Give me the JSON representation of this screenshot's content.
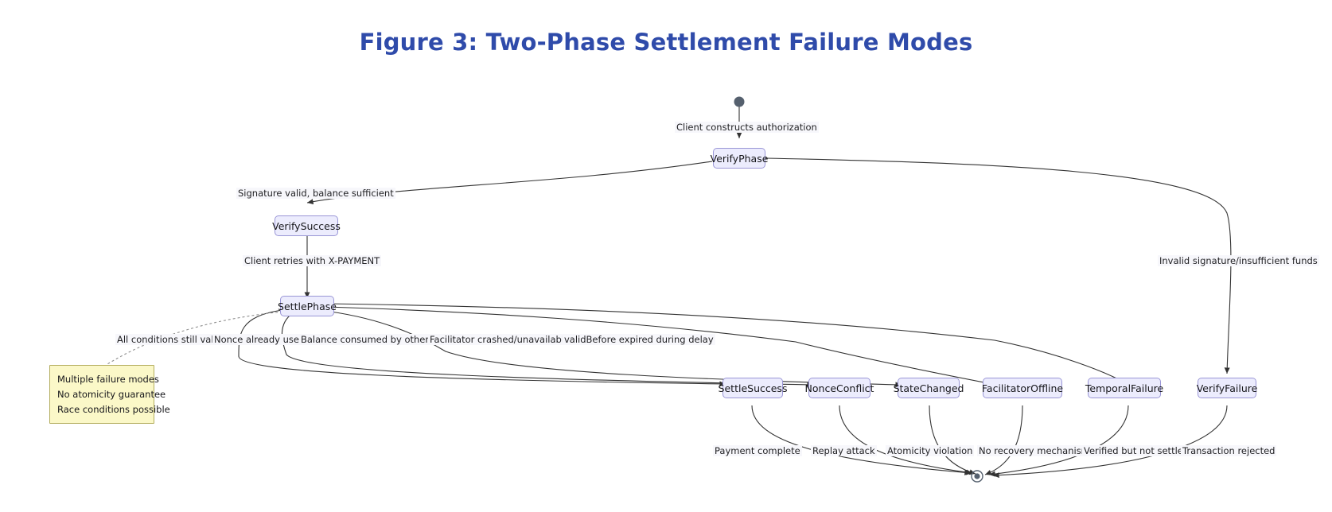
{
  "figure": {
    "title": "Figure 3: Two-Phase Settlement Failure Modes",
    "title_color": "#2f4baa",
    "node_fill": "#ececfd",
    "node_stroke": "#9a96d6",
    "note_fill": "#fbf8c8",
    "note_stroke": "#b3ad5e",
    "edge_color": "#333333",
    "start_node_color": "#55606e"
  },
  "diagram": {
    "type": "state-diagram",
    "start_marker": "start-state-circle",
    "end_marker": "end-state-double-circle",
    "states": [
      {
        "id": "VerifyPhase",
        "label": "VerifyPhase"
      },
      {
        "id": "VerifySuccess",
        "label": "VerifySuccess"
      },
      {
        "id": "SettlePhase",
        "label": "SettlePhase"
      },
      {
        "id": "SettleSuccess",
        "label": "SettleSuccess"
      },
      {
        "id": "NonceConflict",
        "label": "NonceConflict"
      },
      {
        "id": "StateChanged",
        "label": "StateChanged"
      },
      {
        "id": "FacilitatorOffline",
        "label": "FacilitatorOffline"
      },
      {
        "id": "TemporalFailure",
        "label": "TemporalFailure"
      },
      {
        "id": "VerifyFailure",
        "label": "VerifyFailure"
      }
    ],
    "transitions": [
      {
        "from": "start",
        "to": "VerifyPhase",
        "label": "Client constructs authorization"
      },
      {
        "from": "VerifyPhase",
        "to": "VerifySuccess",
        "label": "Signature valid, balance sufficient"
      },
      {
        "from": "VerifyPhase",
        "to": "VerifyFailure",
        "label": "Invalid signature/insufficient funds"
      },
      {
        "from": "VerifySuccess",
        "to": "SettlePhase",
        "label": "Client retries with X-PAYMENT"
      },
      {
        "from": "SettlePhase",
        "to": "SettleSuccess",
        "label": "All conditions still valid"
      },
      {
        "from": "SettlePhase",
        "to": "NonceConflict",
        "label": "Nonce already used"
      },
      {
        "from": "SettlePhase",
        "to": "StateChanged",
        "label": "Balance consumed by other tx"
      },
      {
        "from": "SettlePhase",
        "to": "FacilitatorOffline",
        "label": "Facilitator crashed/unavailable"
      },
      {
        "from": "SettlePhase",
        "to": "TemporalFailure",
        "label": "validBefore expired during delay"
      },
      {
        "from": "SettleSuccess",
        "to": "end",
        "label": "Payment complete"
      },
      {
        "from": "NonceConflict",
        "to": "end",
        "label": "Replay attack"
      },
      {
        "from": "StateChanged",
        "to": "end",
        "label": "Atomicity violation"
      },
      {
        "from": "FacilitatorOffline",
        "to": "end",
        "label": "No recovery mechanism"
      },
      {
        "from": "TemporalFailure",
        "to": "end",
        "label": "Verified but not settled"
      },
      {
        "from": "VerifyFailure",
        "to": "end",
        "label": "Transaction rejected"
      }
    ],
    "note": {
      "attached_to": "SettlePhase",
      "lines": [
        "Multiple failure modes",
        "No atomicity guarantee",
        "Race conditions possible"
      ]
    }
  }
}
